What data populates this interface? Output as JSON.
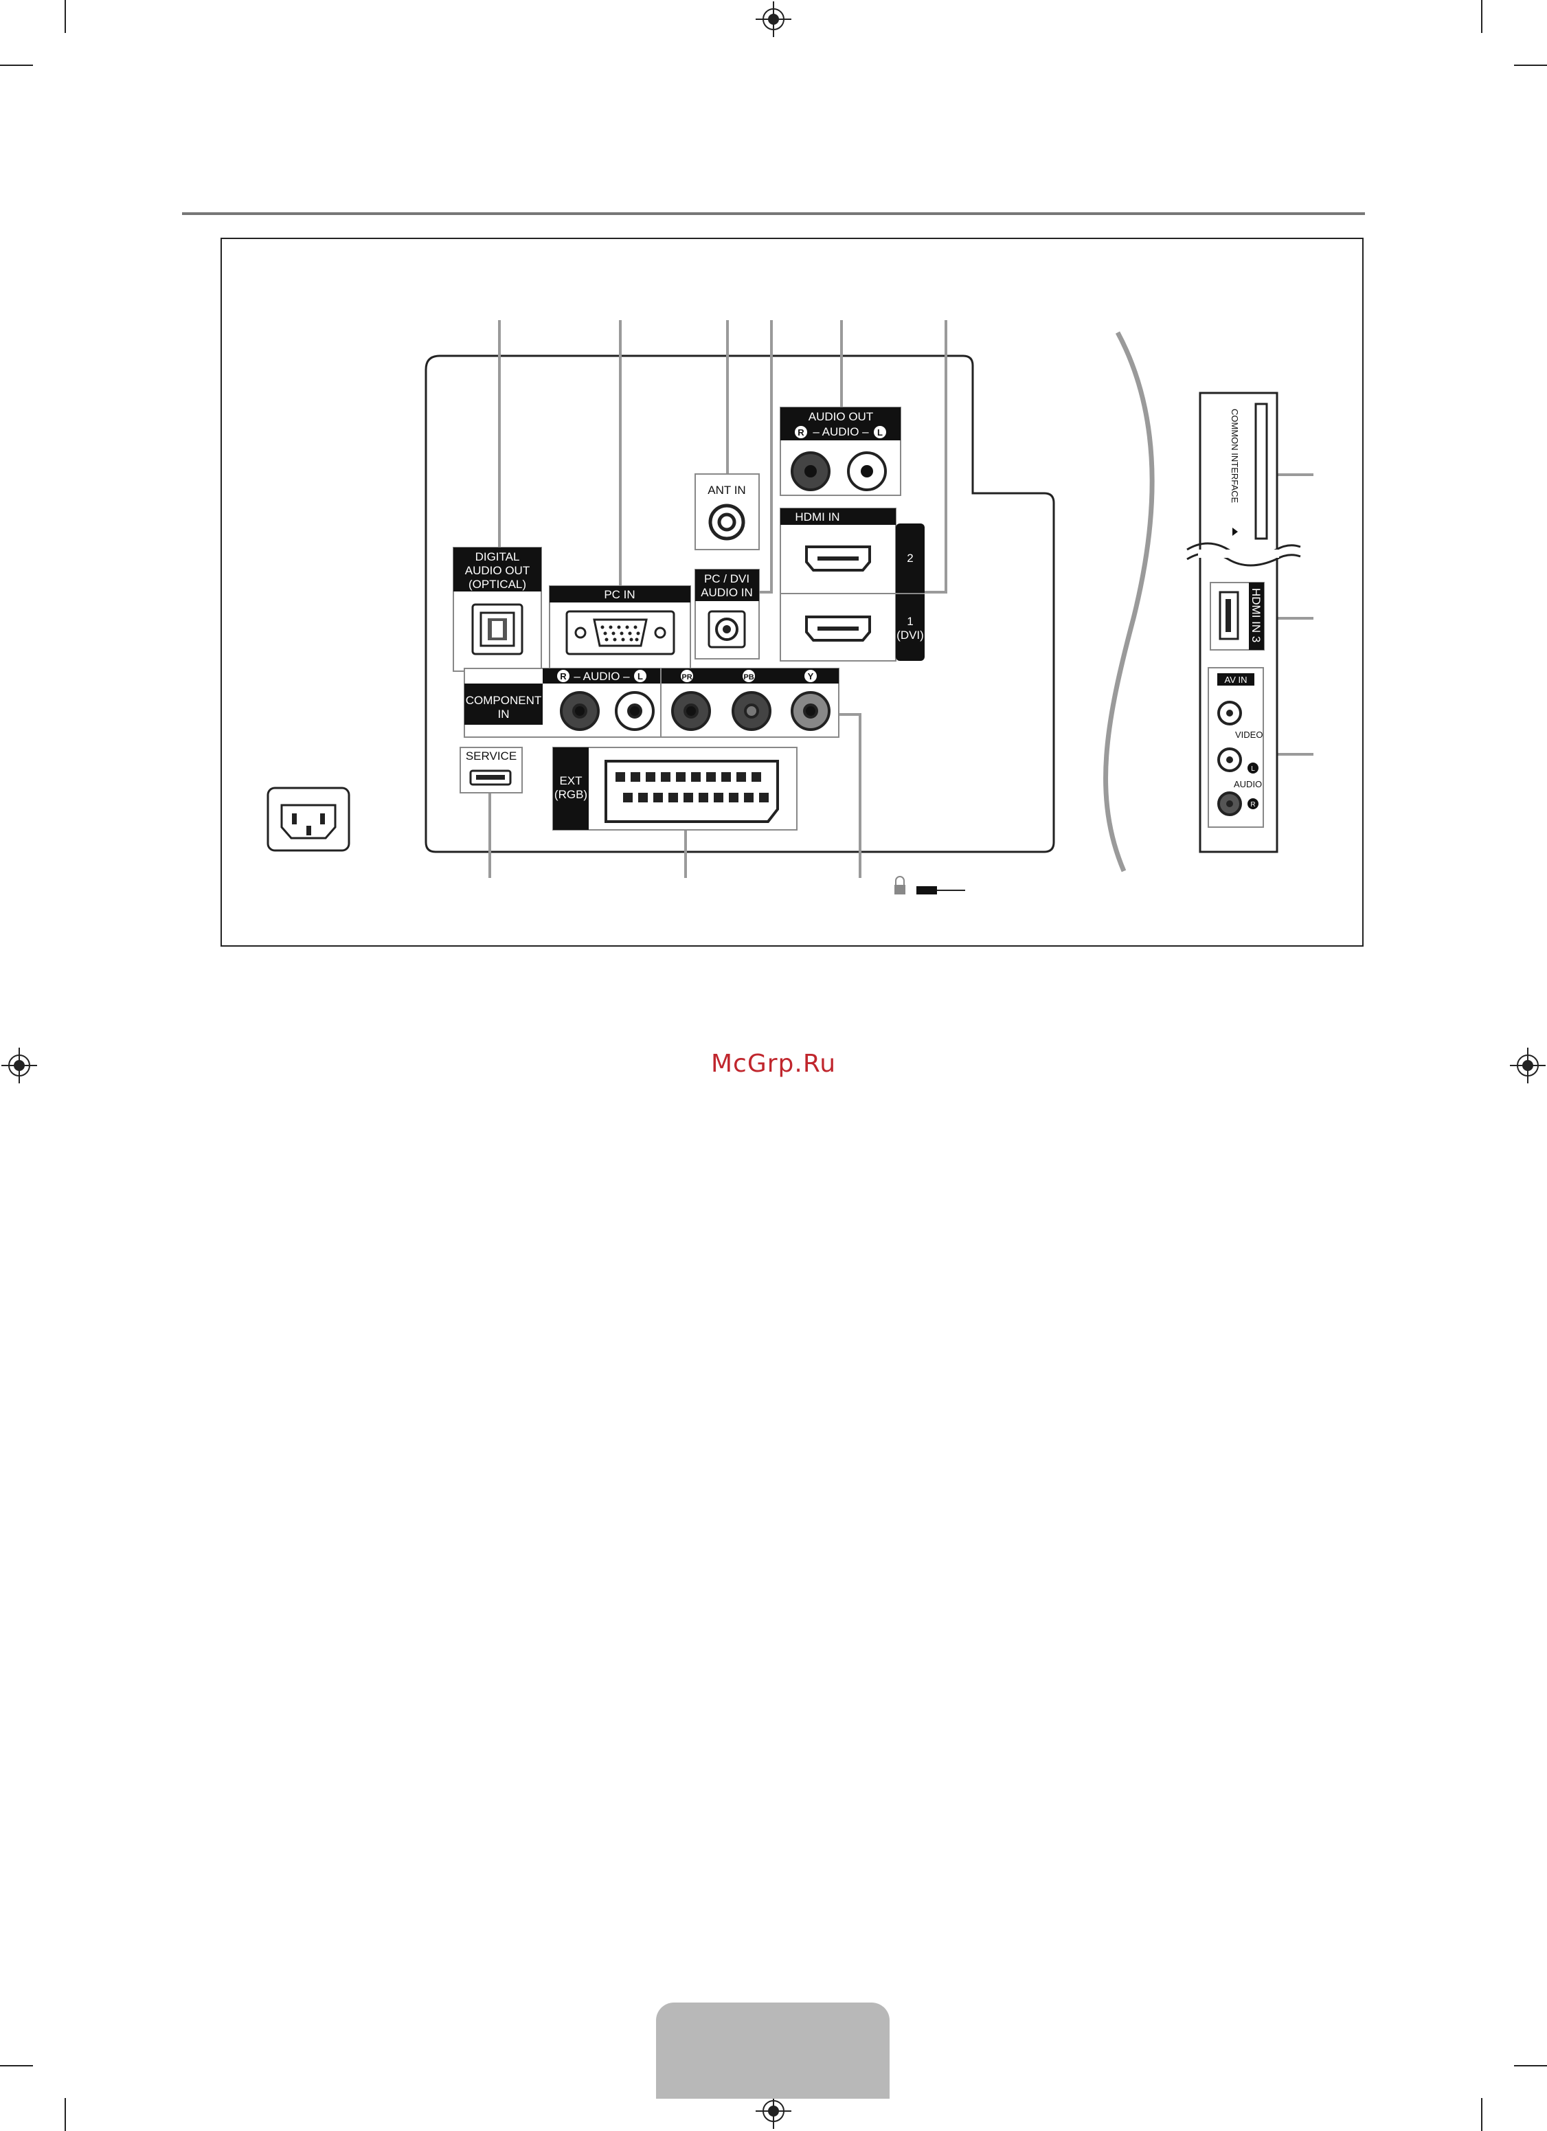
{
  "panel": {
    "digital_audio_out": [
      "DIGITAL",
      "AUDIO OUT",
      "(OPTICAL)"
    ],
    "pc_in": "PC IN",
    "ant_in": "ANT IN",
    "pc_dvi_audio_in": [
      "PC / DVI",
      "AUDIO IN"
    ],
    "audio_out": "AUDIO OUT",
    "audio_out_sub": "– AUDIO –",
    "hdmi_in": "HDMI IN",
    "hdmi_port_2": "2",
    "hdmi_port_1": [
      "1",
      "(DVI)"
    ],
    "component_in": [
      "COMPONENT",
      "IN"
    ],
    "component_audio": "– AUDIO –",
    "badge_r": "R",
    "badge_l": "L",
    "badge_pr": "PR",
    "badge_pb": "PB",
    "badge_y": "Y",
    "service": "SERVICE",
    "ext_rgb": [
      "EXT",
      "(RGB)"
    ]
  },
  "side_panel": {
    "common_interface": "COMMON INTERFACE",
    "hdmi_in_3": "HDMI IN 3",
    "av_in": "AV IN",
    "video": "VIDEO",
    "audio": "AUDIO",
    "badge_l": "L",
    "badge_r": "R"
  },
  "watermark": "McGrp.Ru",
  "colors": {
    "line": "#222222",
    "leader": "#9a9a9a",
    "label_bg": "#111111",
    "watermark": "#c0262d",
    "page_tab": "#b8b8b8"
  }
}
